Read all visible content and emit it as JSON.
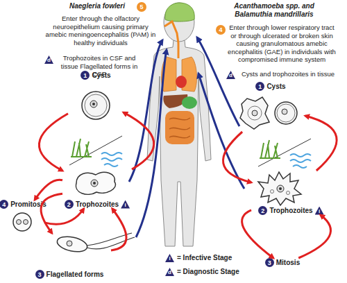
{
  "diagram": {
    "nodes": [
      {
        "text": [
          "1",
          "Cysts"
        ]
      },
      {
        "text": [
          "2",
          "Trophozoites",
          "i"
        ]
      },
      {
        "text": [
          "3",
          "Flagellated forms"
        ]
      },
      {
        "text": [
          "4",
          "Promitosis"
        ]
      },
      {
        "text": [
          "1",
          "Cysts"
        ]
      },
      {
        "text": [
          "2",
          "Trophozoites",
          "i"
        ]
      },
      {
        "text": [
          "3",
          "Mitosis"
        ]
      }
    ],
    "edges": [
      {
        "from": 0,
        "to": 1,
        "arrow": "to"
      },
      {
        "from": 1,
        "to": 0,
        "arrow": "to"
      },
      {
        "from": 1,
        "to": 2,
        "arrow": "to"
      },
      {
        "from": 2,
        "to": 1,
        "arrow": "to"
      },
      {
        "from": 1,
        "to": 3,
        "arrow": "to"
      },
      {
        "from": 3,
        "to": 1,
        "arrow": "to"
      },
      {
        "from": 4,
        "to": 5,
        "arrow": "to"
      },
      {
        "from": 5,
        "to": 4,
        "arrow": "to"
      },
      {
        "from": 5,
        "to": 6,
        "arrow": "to"
      },
      {
        "from": 6,
        "to": 5,
        "arrow": "to"
      }
    ],
    "labels": [
      "Naegleria fowleri",
      "5",
      "Enter through the olfactory neuroepithelium causing primary amebic meningoencephalitis (PAM) in healthy individuals",
      "d",
      "Trophozoites in CSF and tissue Flagellated forms in CSF",
      "Acanthamoeba spp. and Balamuthia mandrillaris",
      "4",
      "Enter through lower respiratory tract or through ulcerated or broken skin causing granulomatous amebic encephalitis (GAE) in individuals with compromised immune system",
      "d",
      "Cysts and trophozoites in tissue",
      "i",
      "d"
    ],
    "legend": [
      {
        "text": "= Infective Stage"
      },
      {
        "text": "= Diagnostic Stage"
      }
    ]
  }
}
